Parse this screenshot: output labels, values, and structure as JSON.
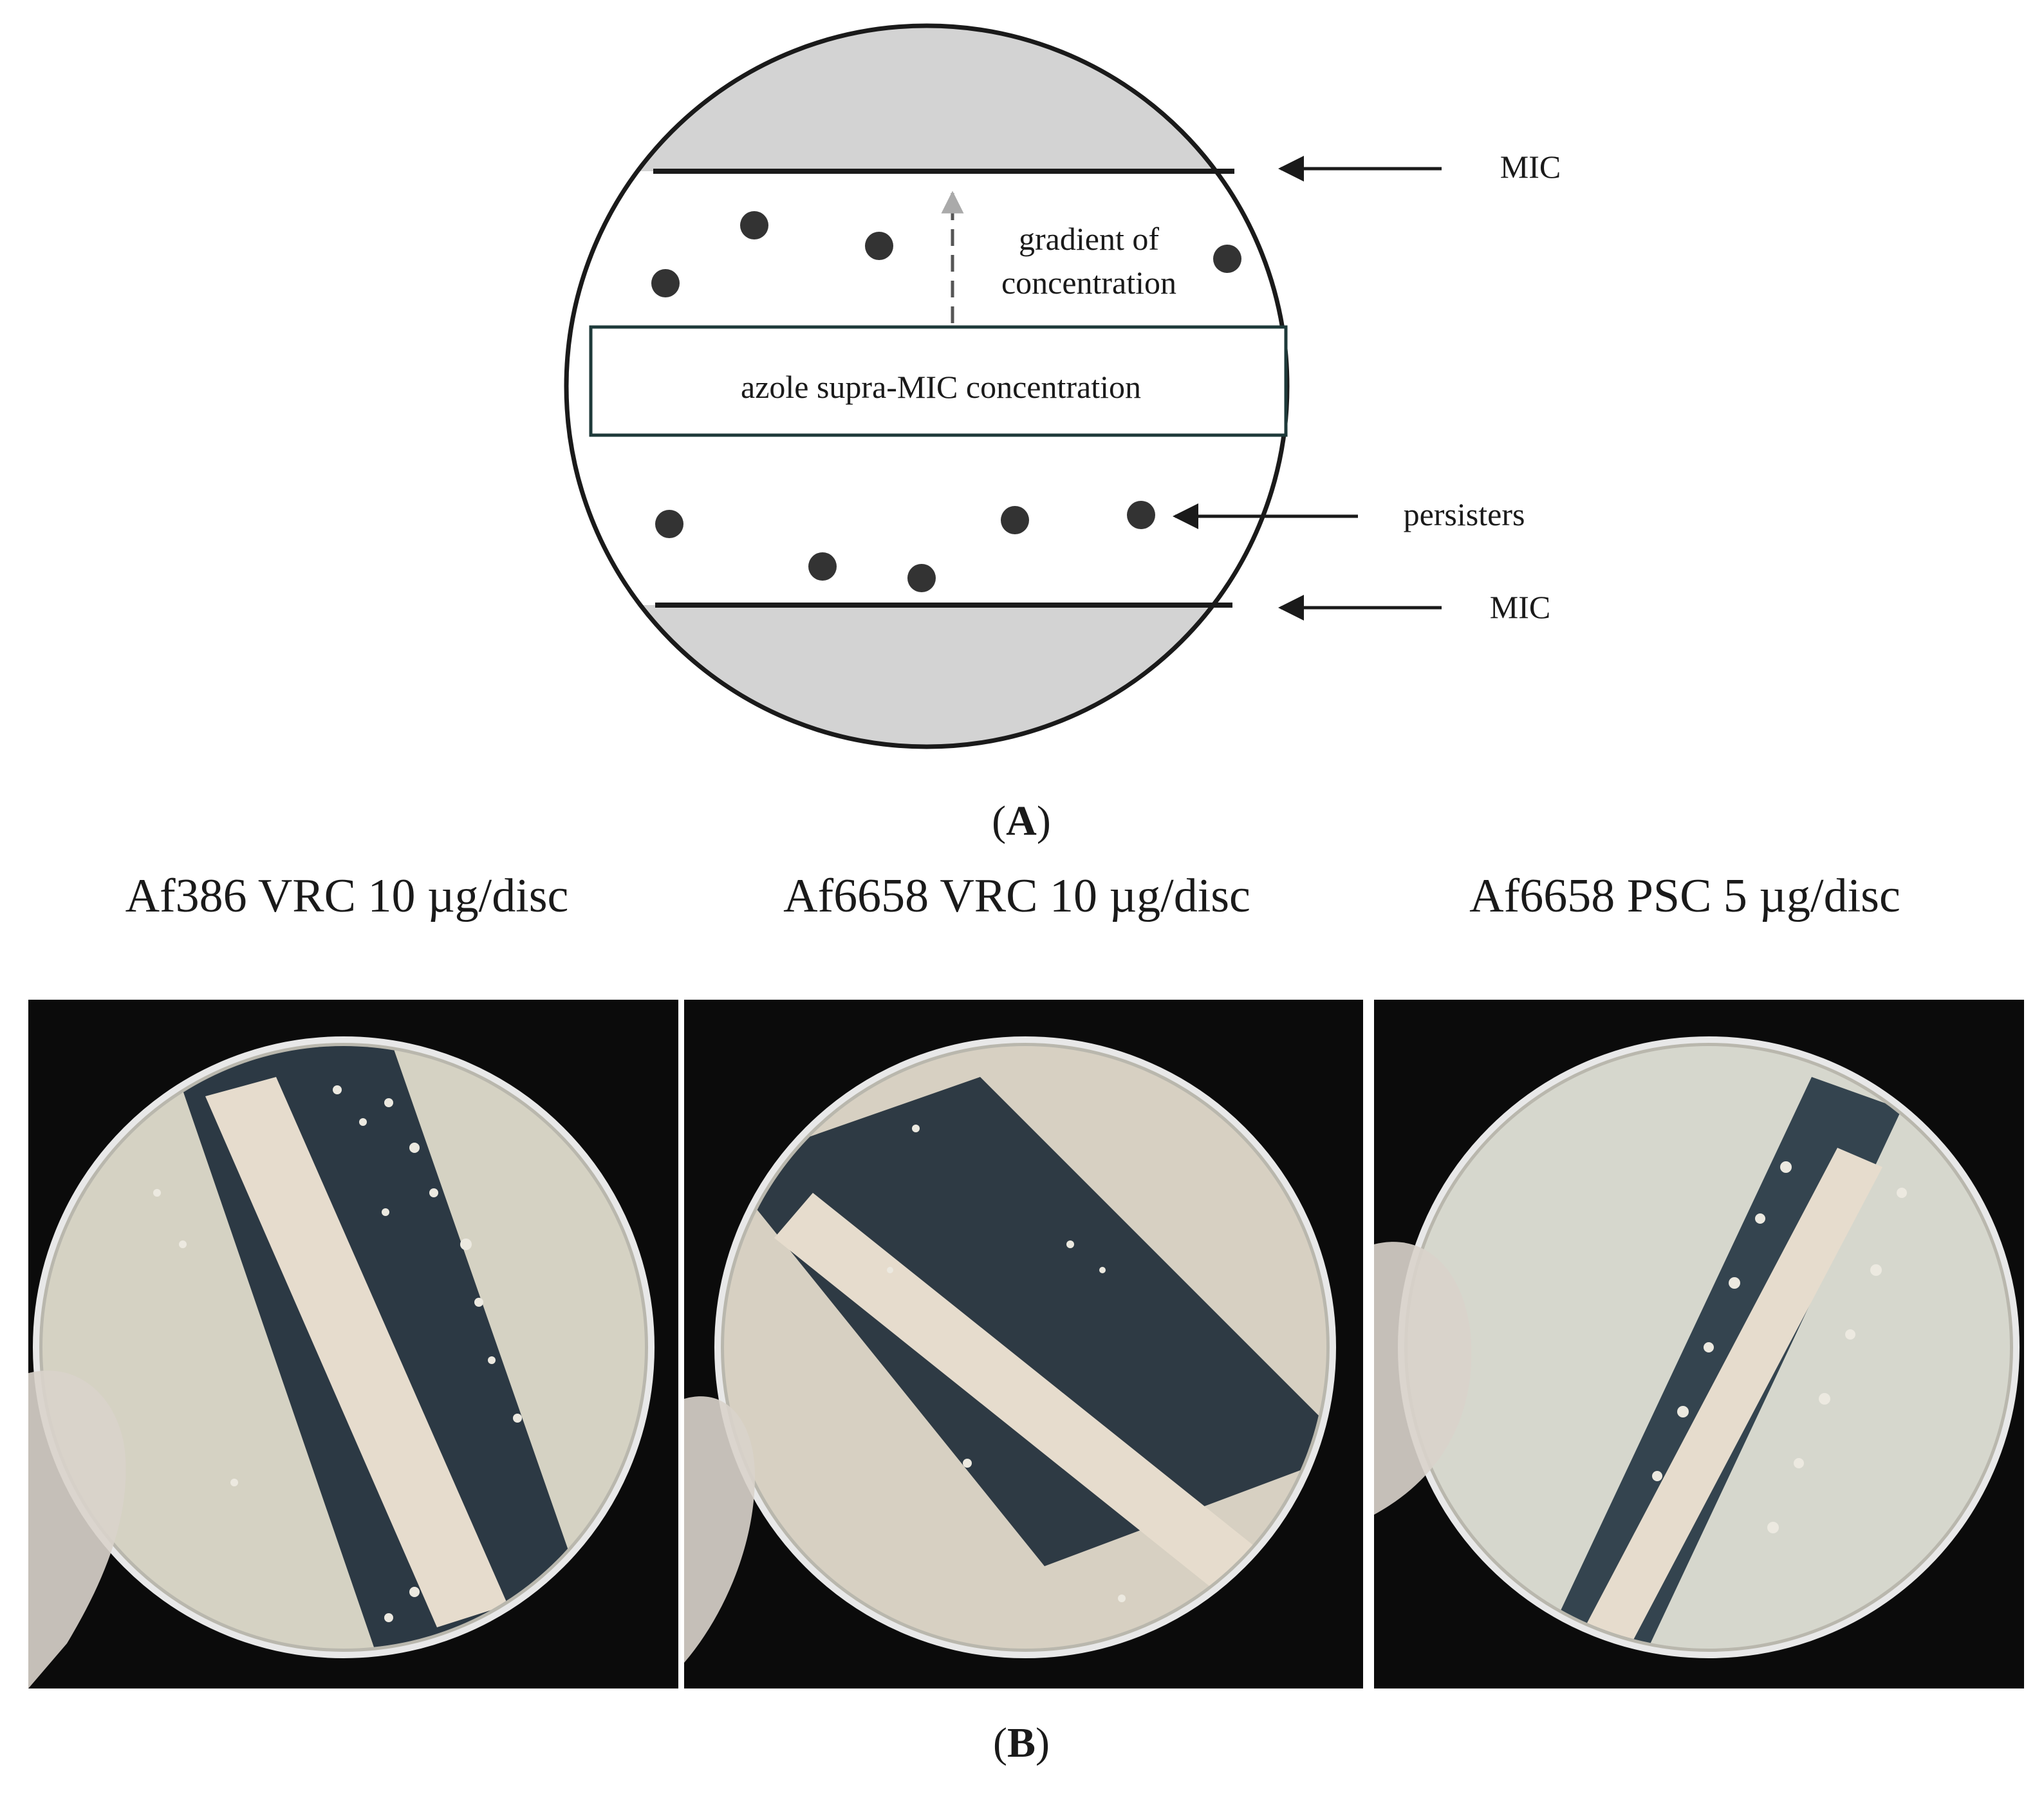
{
  "panel_a": {
    "label": "A",
    "texts": {
      "mic_top": "MIC",
      "mic_bottom": "MIC",
      "gradient_line1": "gradient of",
      "gradient_line2": "concentration",
      "strip": "azole supra-MIC concentration",
      "persisters": "persisters"
    },
    "colors": {
      "outline": "#1a1a1a",
      "grey_zone": "#d3d3d3",
      "strip_border": "#1e3a3a",
      "dot": "#333333",
      "dashed_arrow": "#555555"
    }
  },
  "panel_b": {
    "label": "B",
    "plates": [
      {
        "title": "Af386 VRC 10 µg/disc"
      },
      {
        "title": "Af6658 VRC 10 µg/disc"
      },
      {
        "title": "Af6658 PSC 5 µg/disc"
      }
    ],
    "colors": {
      "background": "#0b0b0b",
      "agar": "#d8d4c6",
      "clear_zone": "#2e3a44",
      "strip": "#e6dccd",
      "colony": "#ece9e0"
    }
  }
}
